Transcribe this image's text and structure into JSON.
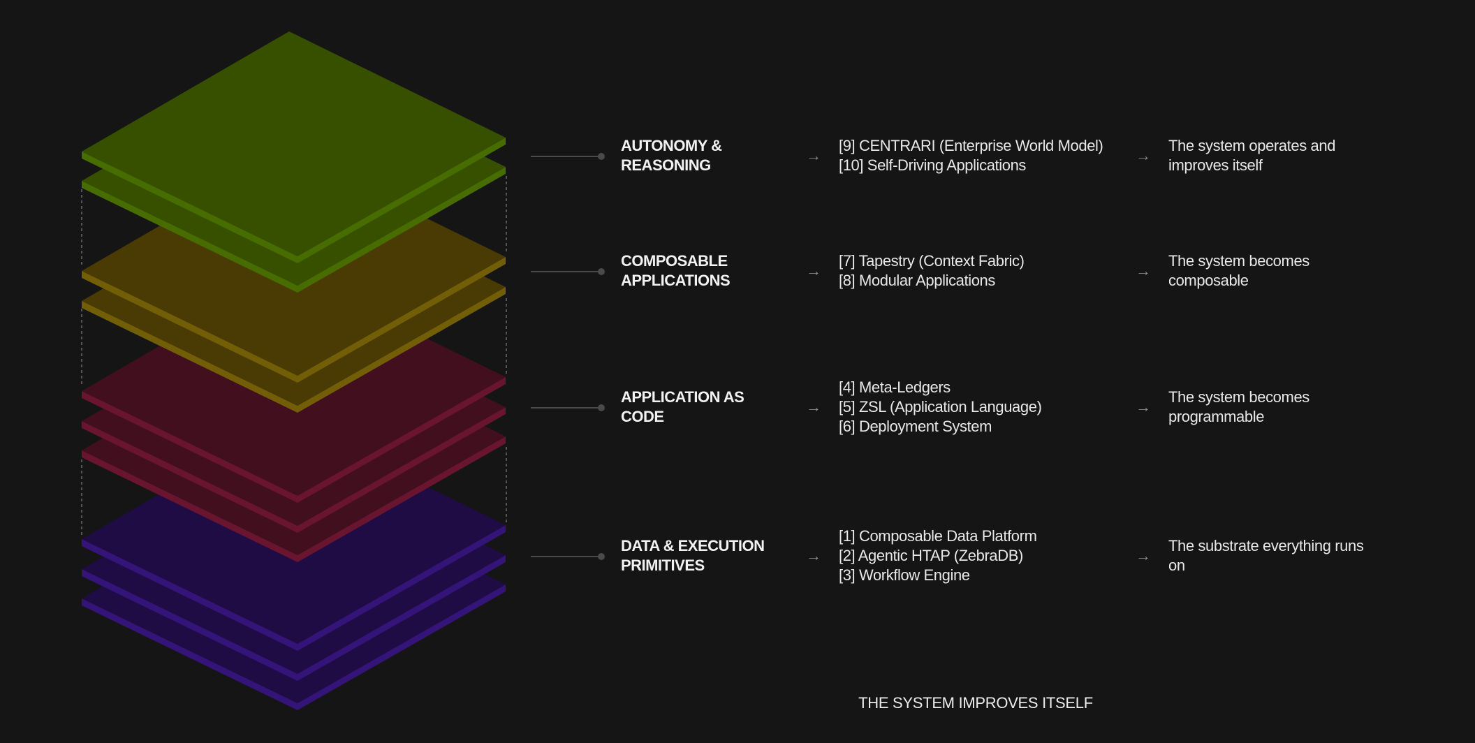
{
  "layers": [
    {
      "title_lines": [
        "AUTONOMY &",
        "REASONING"
      ],
      "items": [
        "[9] CENTRARI (Enterprise World Model)",
        "[10] Self-Driving Applications"
      ],
      "description": "The system operates and improves itself",
      "face_color": "#365000",
      "edge_color": "#476c00",
      "plate_count": 2
    },
    {
      "title_lines": [
        "COMPOSABLE",
        "APPLICATIONS"
      ],
      "items": [
        "[7] Tapestry (Context Fabric)",
        "[8] Modular Applications"
      ],
      "description": "The system becomes composable",
      "face_color": "#4a3b04",
      "edge_color": "#735e08",
      "plate_count": 2
    },
    {
      "title_lines": [
        "APPLICATION AS",
        "CODE"
      ],
      "items": [
        "[4] Meta-Ledgers",
        "[5] ZSL (Application Language)",
        "[6] Deployment System"
      ],
      "description": "The system becomes programmable",
      "face_color": "#420f1e",
      "edge_color": "#6a1530",
      "plate_count": 3
    },
    {
      "title_lines": [
        "DATA & EXECUTION",
        "PRIMITIVES"
      ],
      "items": [
        "[1] Composable Data Platform",
        "[2] Agentic HTAP (ZebraDB)",
        "[3] Workflow Engine"
      ],
      "description": "The substrate everything runs on",
      "face_color": "#200c45",
      "edge_color": "#35147a",
      "plate_count": 3
    }
  ],
  "footer": "THE SYSTEM IMPROVES ITSELF",
  "arrow_glyph": "→"
}
